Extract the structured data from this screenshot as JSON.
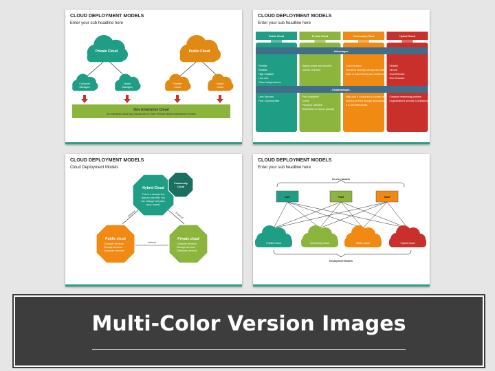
{
  "slide1": {
    "title": "CLOUD DEPLOYMENT MODELS",
    "subtitle": "Enter your sub headline here",
    "private_cloud": "Private Cloud",
    "public_cloud": "Public Cloud",
    "customer_managed": [
      "Customer",
      "Managed"
    ],
    "oracle_managed": [
      "Oracle",
      "Managed"
    ],
    "provider_cloud": [
      "Provider",
      "Cloud"
    ],
    "oracle_cloud": [
      "Oracle",
      "Cloud"
    ],
    "enterprise_title": "One Enterprise Cloud",
    "enterprise_text": "An enterprise cloud may include one or more of these distinct deployment models"
  },
  "slide2": {
    "title": "CLOUD DEPLOYMENT MODELS",
    "subtitle": "Enter your sub headline here",
    "advantages": "- Advantages -",
    "disadvantages": "- Disadvantages -",
    "columns": [
      {
        "name": "Public Cloud",
        "color": "#1f9e85",
        "adv": [
          "Flexible",
          "Reliable",
          "High Scalable",
          "Low cost",
          "Place independence"
        ],
        "dis": [
          "Less Secured",
          "Poor Customizable"
        ]
      },
      {
        "name": "Private Cloud",
        "color": "#8bb53d",
        "adv": [
          "Highly private and secured",
          "Control Oriented"
        ],
        "dis": [
          "Poor scalability",
          "Costly",
          "Pricing is inflexible.",
          "Restriction to expose globally"
        ]
      },
      {
        "name": "Community Cloud",
        "color": "#f08a12",
        "adv": [
          "Cost reduction",
          "Improved security, privacy and reliability",
          "Ease of data sharing and collaboration"
        ],
        "dis": [
          "High cost if compared to a public deployment model",
          "Sharing of fixed storage and bandwidth capacity",
          "It is not widespread."
        ]
      },
      {
        "name": "Hybrid Cloud",
        "color": "#c9302c",
        "adv": [
          "Flexible",
          "Secure",
          "Cost Effective",
          "Rich Scalable"
        ],
        "dis": [
          "Complex networking problem",
          "Organization's security Compliance"
        ]
      }
    ]
  },
  "slide3": {
    "title": "CLOUD DEPLOYMENT MODELS",
    "subtitle": "Cloud Deployment Models",
    "hybrid_title": "Hybrid Cloud",
    "hybrid_text": [
      "This is a sample text",
      "that you can edit. You",
      "can change font (size,",
      "color, name)."
    ],
    "community": [
      "Community",
      "Cloud"
    ],
    "public_title": "Public cloud",
    "private_title": "Private cloud",
    "services": [
      "Compute services",
      "Storage services",
      "Database services"
    ],
    "internal": "Internal",
    "external1": "External",
    "external2": "External"
  },
  "slide4": {
    "title": "CLOUD DEPLOYMENT MODELS",
    "subtitle": "Enter your sub headline here",
    "service_models": "Service Models",
    "deployment_models": "Deployment Models",
    "services": [
      {
        "name": "IaaS",
        "color": "#1f9e85"
      },
      {
        "name": "PaaS",
        "color": "#8bb53d"
      },
      {
        "name": "SaaS",
        "color": "#f08a12"
      }
    ],
    "clouds": [
      {
        "name": "Private Cloud",
        "color": "#1f9e85"
      },
      {
        "name": "Community Cloud",
        "color": "#8bb53d"
      },
      {
        "name": "Public Cloud",
        "color": "#f08a12"
      },
      {
        "name": "Hybrid Cloud",
        "color": "#c9302c"
      }
    ]
  },
  "banner": {
    "title": "Multi-Color Version Images"
  }
}
